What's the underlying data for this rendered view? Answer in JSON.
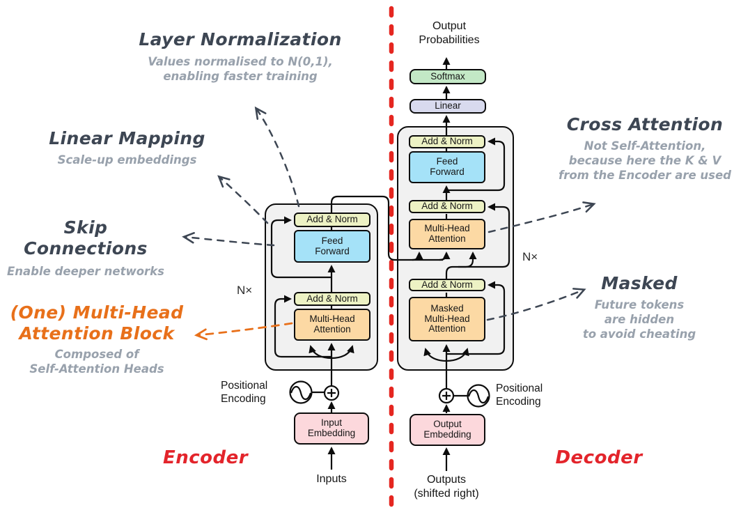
{
  "colors": {
    "divider_red": "#e52620",
    "label_red": "#e3242b",
    "annotation_dark": "#3d4653",
    "annotation_gray": "#98a1ac",
    "highlight_orange": "#e8701a",
    "add_norm_fill": "#edf2c4",
    "feed_forward_fill": "#a5e2f8",
    "attention_fill": "#fcd9a4",
    "softmax_fill": "#c3e8c6",
    "linear_fill": "#d8daee",
    "embedding_fill": "#fcd8dc",
    "block_fill": "#f1f1f1"
  },
  "annotations": {
    "layer_normalization": {
      "title": "Layer Normalization",
      "subtitle_line1": "Values normalised to N(0,1),",
      "subtitle_line2": "enabling faster training"
    },
    "linear_mapping": {
      "title": "Linear Mapping",
      "subtitle": "Scale-up embeddings"
    },
    "skip_connections": {
      "title": "Skip Connections",
      "subtitle": "Enable deeper networks"
    },
    "multi_head_attention_block": {
      "title_line1": "(One) Multi-Head",
      "title_line2": "Attention Block",
      "subtitle_line1": "Composed of",
      "subtitle_line2": "Self-Attention Heads"
    },
    "cross_attention": {
      "title": "Cross Attention",
      "subtitle_line1": "Not Self-Attention,",
      "subtitle_line2": "because here the K & V",
      "subtitle_line3": "from the Encoder are used"
    },
    "masked": {
      "title": "Masked",
      "subtitle_line1": "Future tokens",
      "subtitle_line2": "are hidden",
      "subtitle_line3": "to avoid cheating"
    }
  },
  "diagram": {
    "output_probabilities_line1": "Output",
    "output_probabilities_line2": "Probabilities",
    "softmax": "Softmax",
    "linear": "Linear",
    "add_norm": "Add & Norm",
    "feed_forward_line1": "Feed",
    "feed_forward_line2": "Forward",
    "multi_head_line1": "Multi-Head",
    "multi_head_line2": "Attention",
    "masked_line1": "Masked",
    "masked_line2": "Multi-Head",
    "masked_line3": "Attention",
    "input_embedding_line1": "Input",
    "input_embedding_line2": "Embedding",
    "output_embedding_line1": "Output",
    "output_embedding_line2": "Embedding",
    "positional_encoding_line1": "Positional",
    "positional_encoding_line2": "Encoding",
    "inputs": "Inputs",
    "outputs_line1": "Outputs",
    "outputs_line2": "(shifted right)",
    "n_times": "N×",
    "encoder_label": "Encoder",
    "decoder_label": "Decoder"
  }
}
